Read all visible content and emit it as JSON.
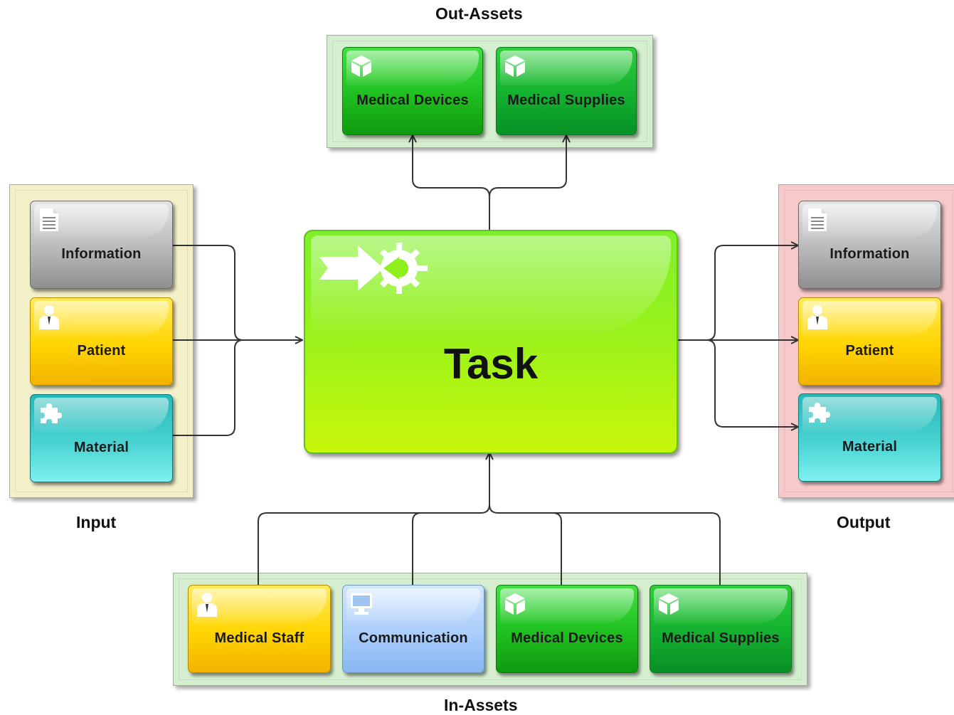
{
  "task": {
    "label": "Task",
    "icon": "task-gear-icon"
  },
  "groups": {
    "out_assets": {
      "title": "Out-Assets"
    },
    "in_assets": {
      "title": "In-Assets"
    },
    "input": {
      "title": "Input"
    },
    "output": {
      "title": "Output"
    }
  },
  "input_items": [
    {
      "label": "Information",
      "icon": "document-icon"
    },
    {
      "label": "Patient",
      "icon": "person-icon"
    },
    {
      "label": "Material",
      "icon": "puzzle-icon"
    }
  ],
  "output_items": [
    {
      "label": "Information",
      "icon": "document-icon"
    },
    {
      "label": "Patient",
      "icon": "person-icon"
    },
    {
      "label": "Material",
      "icon": "puzzle-icon"
    }
  ],
  "out_asset_items": [
    {
      "label": "Medical Devices",
      "icon": "cube-icon"
    },
    {
      "label": "Medical Supplies",
      "icon": "cube-icon"
    }
  ],
  "in_asset_items": [
    {
      "label": "Medical Staff",
      "icon": "person-icon"
    },
    {
      "label": "Communication",
      "icon": "monitor-icon"
    },
    {
      "label": "Medical Devices",
      "icon": "cube-icon"
    },
    {
      "label": "Medical Supplies",
      "icon": "cube-icon"
    }
  ],
  "colors": {
    "task": "#9cf21a",
    "information": "#b9b9b9",
    "patient": "#ffd400",
    "material": "#49d2d2",
    "asset_green": "#1fbf1f",
    "communication": "#aacdfb",
    "input_panel": "#f3f0c8",
    "output_panel": "#f7c9c9",
    "asset_panel": "#d6eed0",
    "connector": "#333333"
  }
}
